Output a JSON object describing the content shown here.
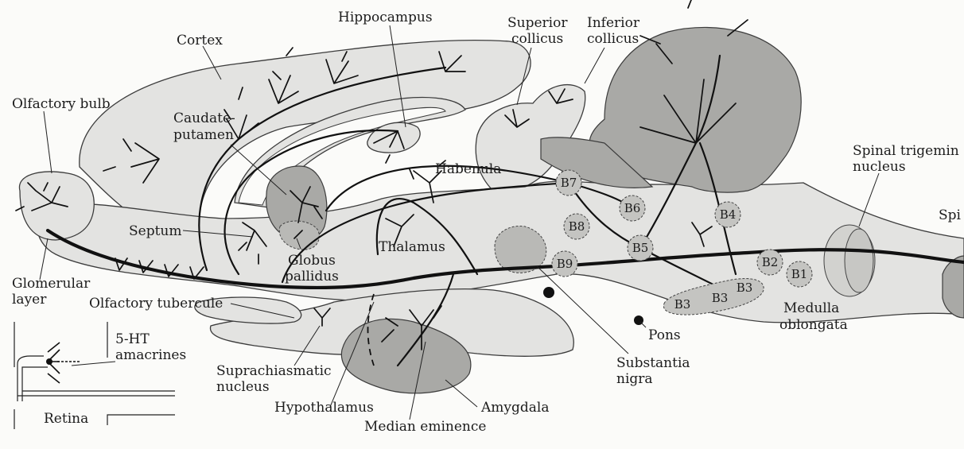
{
  "labels": {
    "hippocampus": "Hippocampus",
    "cortex": "Cortex",
    "superior_colliculus_1": "Superior",
    "superior_colliculus_2": "collicus",
    "inferior_colliculus_1": "Inferior",
    "inferior_colliculus_2": "collicus",
    "olfactory_bulb": "Olfactory bulb",
    "caudate_putamen_1": "Caudate-",
    "caudate_putamen_2": "putamen",
    "habenula": "Habenula",
    "spinal_trigeminal_1": "Spinal trigemin",
    "spinal_trigeminal_2": "nucleus",
    "spinal_cord_fragment": "Spi",
    "septum": "Septum",
    "thalamus": "Thalamus",
    "globus_pallidus_1": "Globus",
    "globus_pallidus_2": "pallidus",
    "glomerular_layer_1": "Glomerular",
    "glomerular_layer_2": "layer",
    "olfactory_tubercule": "Olfactory tubercule",
    "medulla_oblongata_1": "Medulla",
    "medulla_oblongata_2": "oblongata",
    "pons": "Pons",
    "serotonin_amacrines_1": "5-HT",
    "serotonin_amacrines_2": "amacrines",
    "suprachiasmatic_1": "Suprachiasmatic",
    "suprachiasmatic_2": "nucleus",
    "substantia_nigra_1": "Substantia",
    "substantia_nigra_2": "nigra",
    "hypothalamus": "Hypothalamus",
    "amygdala": "Amygdala",
    "median_eminence": "Median eminence",
    "retina": "Retina"
  },
  "nuclei": [
    "B7",
    "B8",
    "B9",
    "B6",
    "B5",
    "B4",
    "B2",
    "B1",
    "B3",
    "B3",
    "B3"
  ]
}
